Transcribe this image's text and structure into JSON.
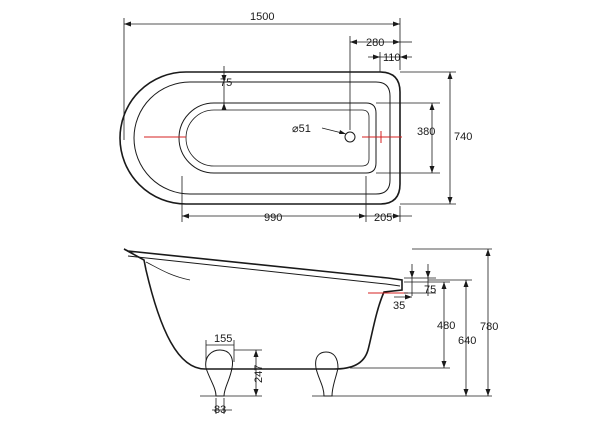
{
  "colors": {
    "line": "#1a1a1a",
    "centerline": "#d42020",
    "background": "#ffffff"
  },
  "plan": {
    "overall_length": "1500",
    "outlet_offset": "280",
    "end_offset": "110",
    "rim_width": "75",
    "waste_diameter": "⌀51",
    "inner_width": "380",
    "overall_width": "740",
    "inner_length": "990",
    "end_rim": "205"
  },
  "elevation": {
    "rim_thickness": "75",
    "lip": "35",
    "inner_depth": "480",
    "rim_height": "640",
    "overall_height": "780",
    "foot_width": "155",
    "foot_height": "247",
    "foot_base": "83"
  }
}
